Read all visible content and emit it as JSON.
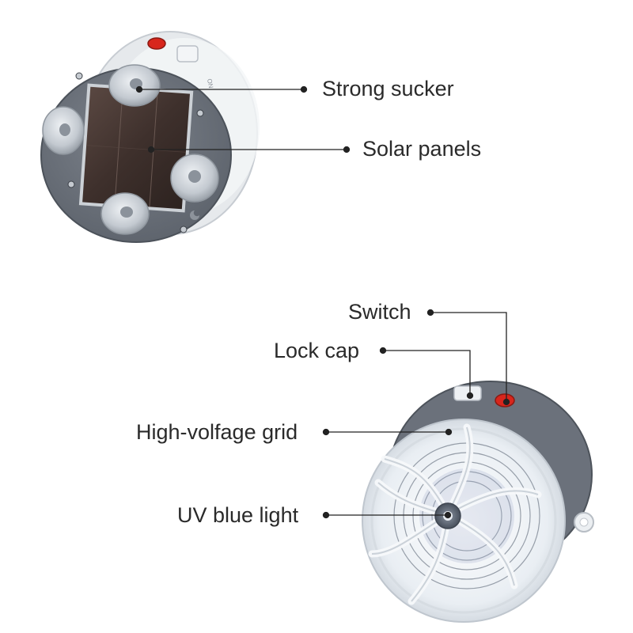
{
  "callouts": {
    "strong_sucker": "Strong sucker",
    "solar_panels": "Solar panels",
    "switch": "Switch",
    "lock_cap": "Lock cap",
    "high_voltage_grid": "High-volfage grid",
    "uv_blue_light": "UV blue light"
  },
  "device_markings": {
    "back_mark": "ON"
  },
  "colors": {
    "housing_gray": "#6b717b",
    "housing_dark": "#555a63",
    "clear_cap": "#e9ecef",
    "switch_red": "#d8261c",
    "solar_cell": "#4a3a36",
    "leader_line": "#222222"
  }
}
